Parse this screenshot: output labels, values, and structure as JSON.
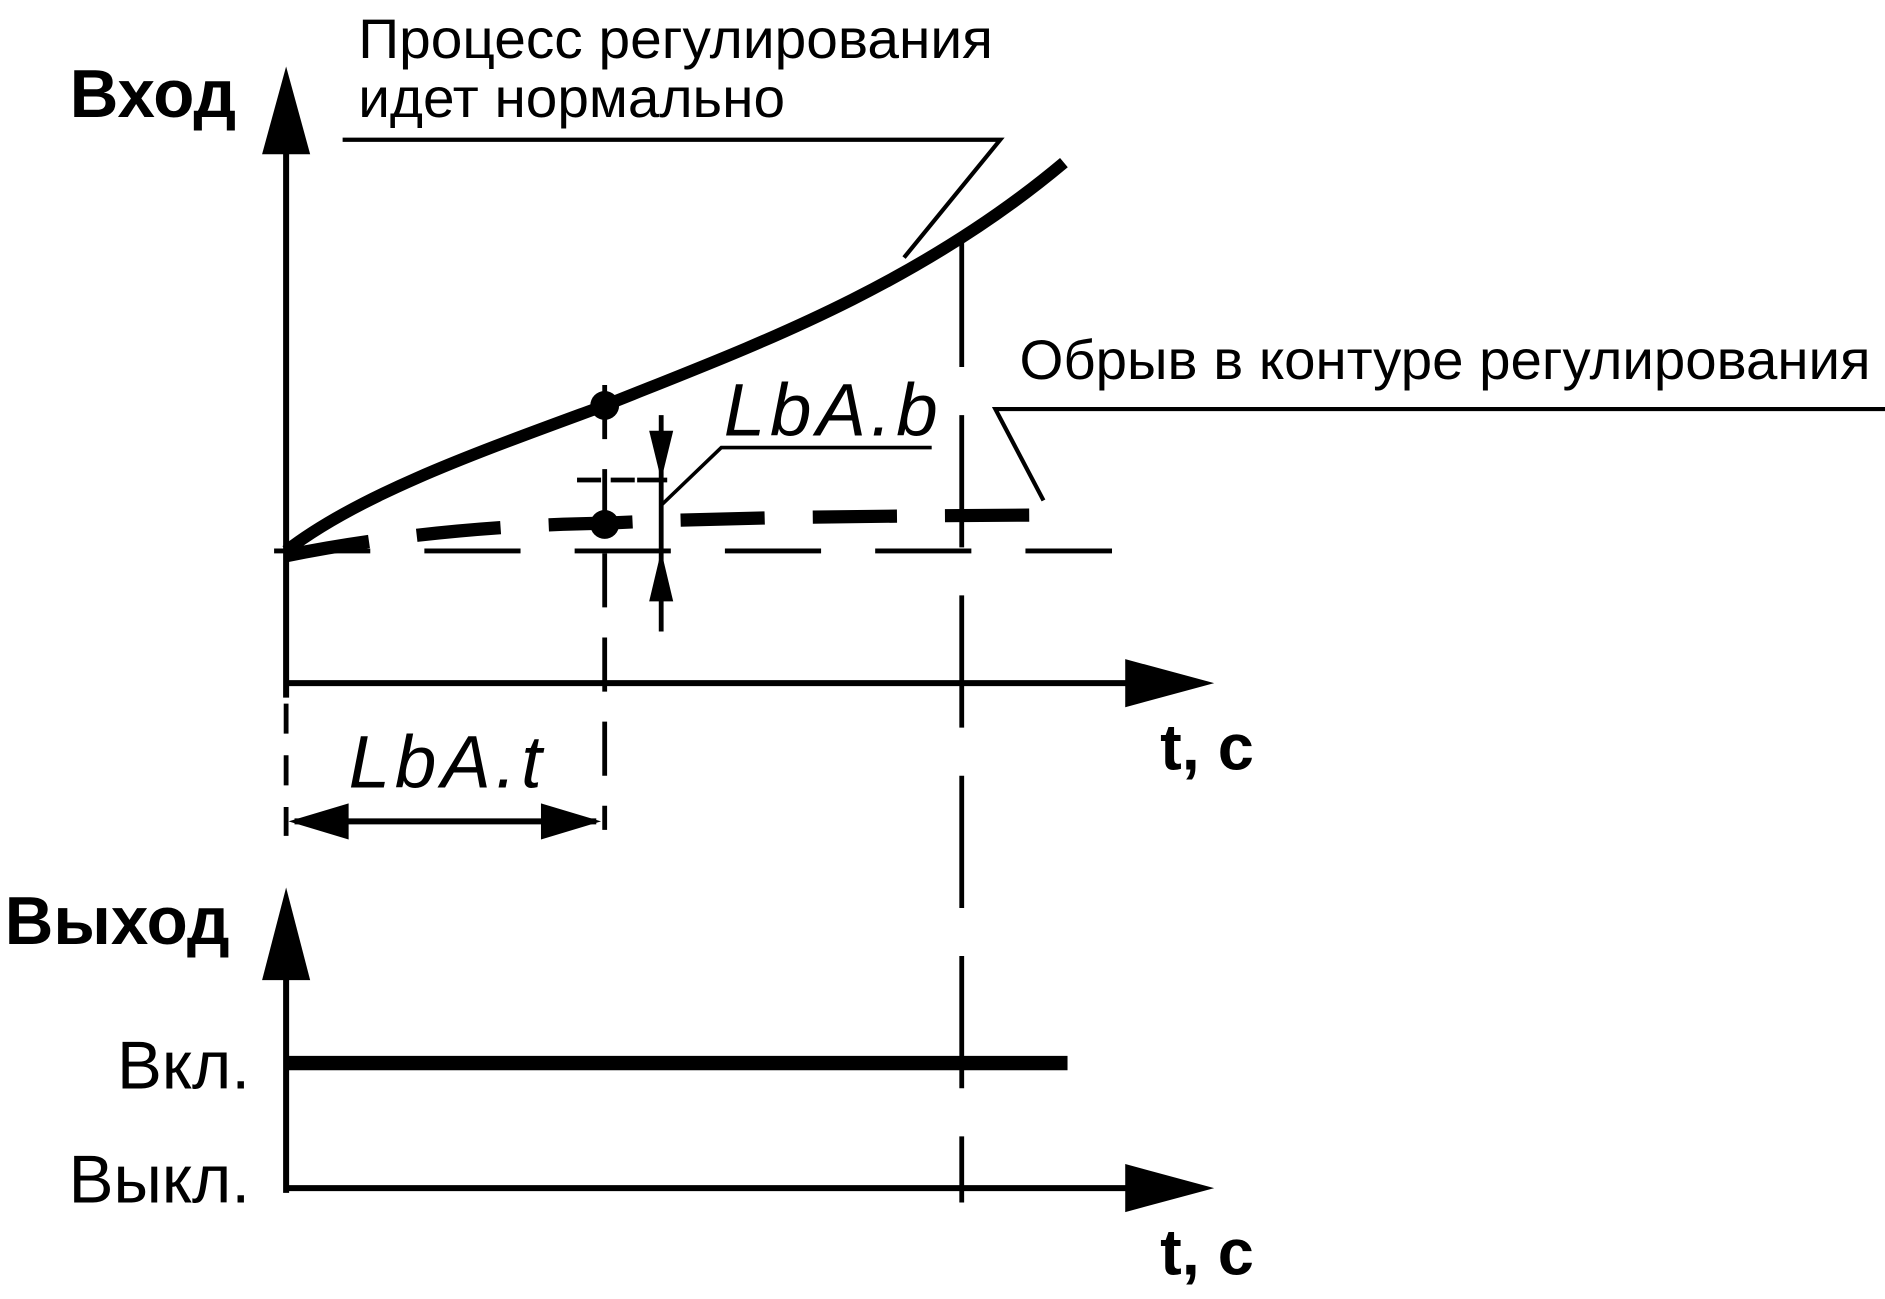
{
  "diagram": {
    "title": "Loop break alarm (LBA) timing diagram",
    "input_chart": {
      "y_axis_label": "Вход",
      "x_axis_label": "t, с",
      "annotation_normal": {
        "line1": "Процесс регулирования",
        "line2": "идет нормально"
      },
      "annotation_break": "Обрыв в контуре регулирования",
      "parameter_band": "LbA.b",
      "parameter_time": "LbA.t"
    },
    "output_chart": {
      "y_axis_label": "Выход",
      "x_axis_label": "t, с",
      "level_on": "Вкл.",
      "level_off": "Выкл."
    },
    "colors": {
      "stroke": "#000000",
      "background": "#ffffff"
    }
  }
}
